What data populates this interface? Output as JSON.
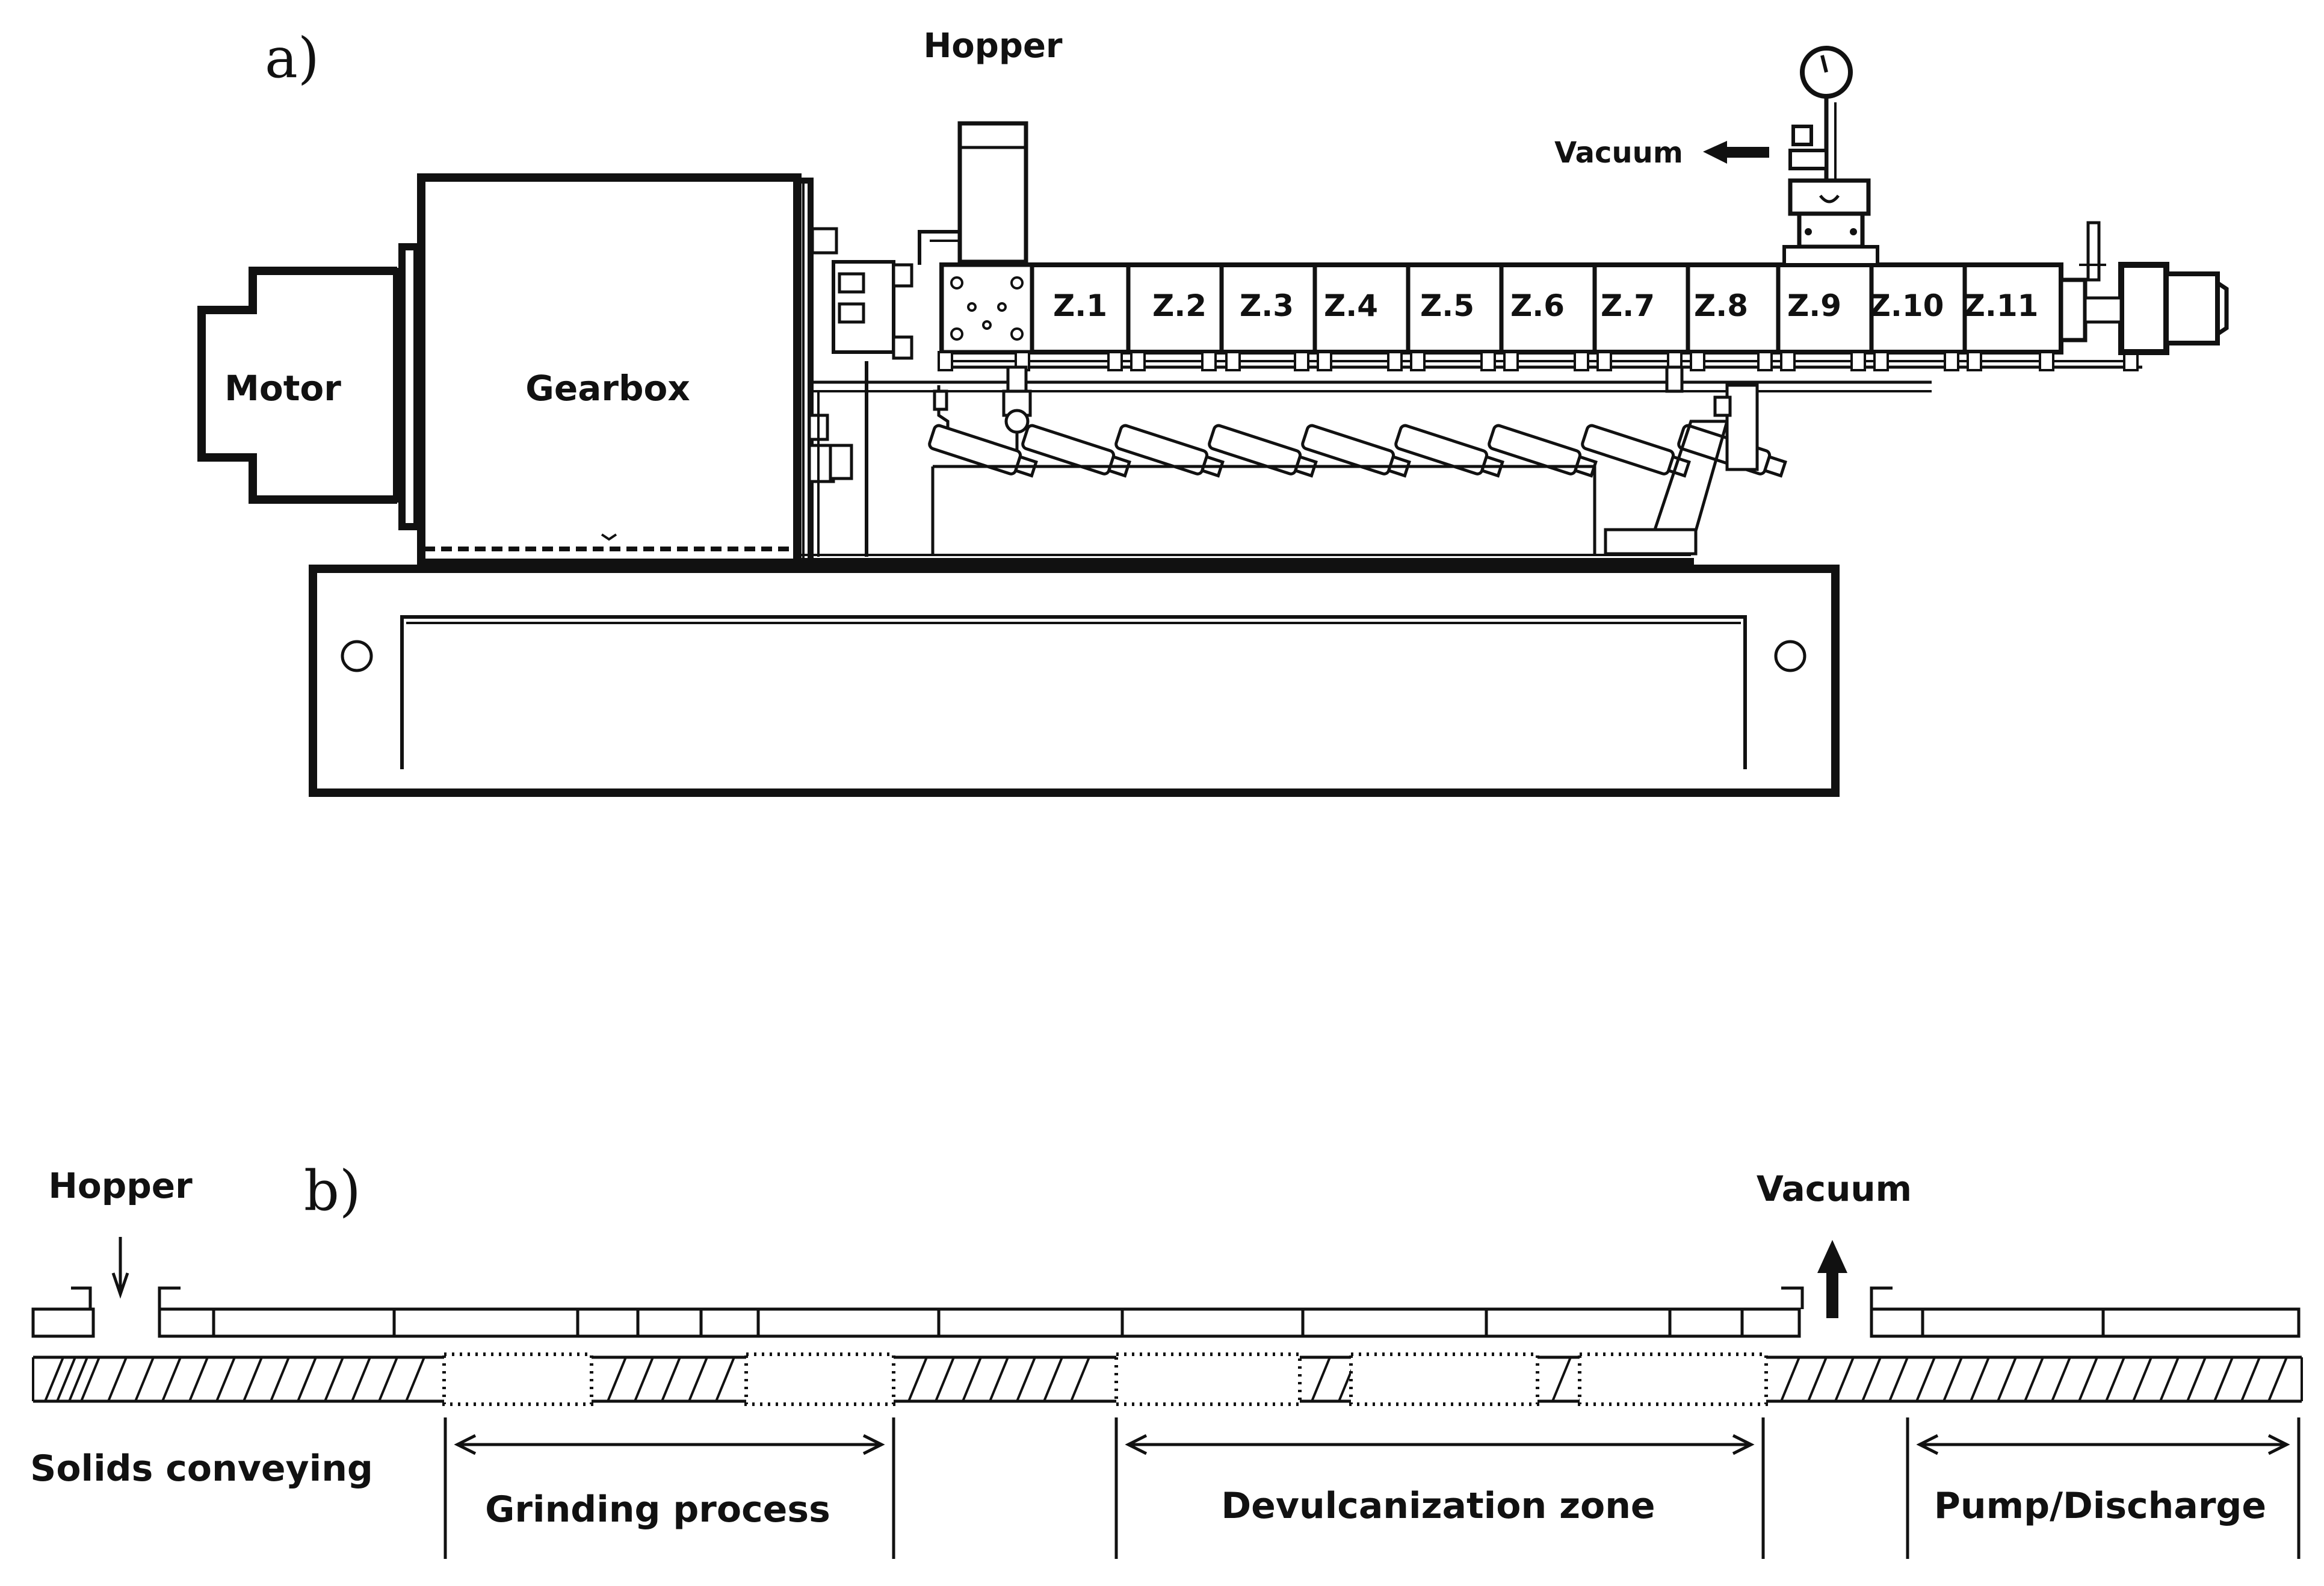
{
  "panel_a": {
    "label": "a)",
    "motor": "Motor",
    "gearbox": "Gearbox",
    "hopper": "Hopper",
    "vacuum": "Vacuum",
    "zones": [
      "Z.1",
      "Z.2",
      "Z.3",
      "Z.4",
      "Z.5",
      "Z.6",
      "Z.7",
      "Z.8",
      "Z.9",
      "Z.10",
      "Z.11"
    ]
  },
  "panel_b": {
    "label": "b)",
    "hopper": "Hopper",
    "vacuum": "Vacuum",
    "sections": [
      "Solids conveying",
      "Grinding process",
      "Devulcanization zone",
      "Pump/Discharge"
    ]
  },
  "colors": {
    "line": "#111111",
    "background": "#ffffff"
  }
}
